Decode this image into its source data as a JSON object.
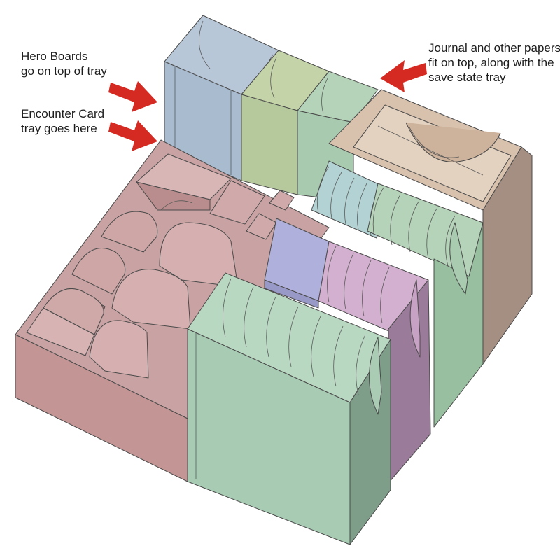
{
  "annotations": {
    "hero_boards": [
      "Hero Boards",
      "go on top of tray"
    ],
    "encounter_card": [
      "Encounter Card",
      "tray goes here"
    ],
    "journal": [
      "Journal and other papers",
      "fit on top, along with the",
      "save state tray"
    ]
  },
  "colors": {
    "arrow": "#d42a22",
    "encounter_tray": "#c9a0a0",
    "hero_board_blue": "#a9bccf",
    "light_green": "#b9cc9e",
    "green": "#a6cbb0",
    "tan": "#c9ad98",
    "teal": "#a3c9ca",
    "lavender": "#a9a9d6",
    "pink": "#c99fc4"
  }
}
